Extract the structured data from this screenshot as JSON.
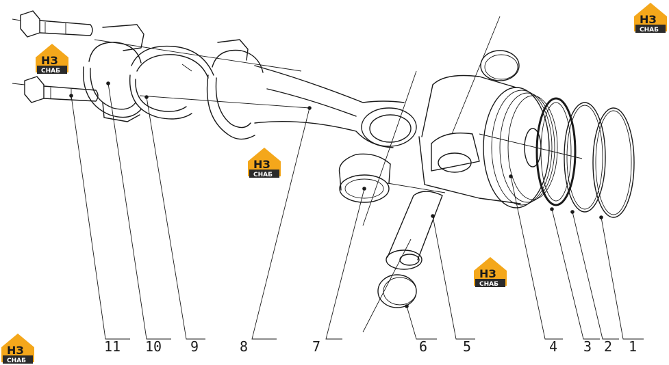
{
  "colors": {
    "logo_orange": "#f4a71b",
    "logo_dark": "#2b2b2b",
    "line": "#1a1a1a",
    "background": "#ffffff"
  },
  "watermark": {
    "monogram": "НЗ",
    "caption": "СНАБ"
  },
  "callouts": [
    {
      "id": "11",
      "label": "11"
    },
    {
      "id": "10",
      "label": "10"
    },
    {
      "id": "9",
      "label": "9"
    },
    {
      "id": "8",
      "label": "8"
    },
    {
      "id": "7",
      "label": "7"
    },
    {
      "id": "6",
      "label": "6"
    },
    {
      "id": "5",
      "label": "5"
    },
    {
      "id": "4",
      "label": "4"
    },
    {
      "id": "3",
      "label": "3"
    },
    {
      "id": "2",
      "label": "2"
    },
    {
      "id": "1",
      "label": "1"
    }
  ]
}
